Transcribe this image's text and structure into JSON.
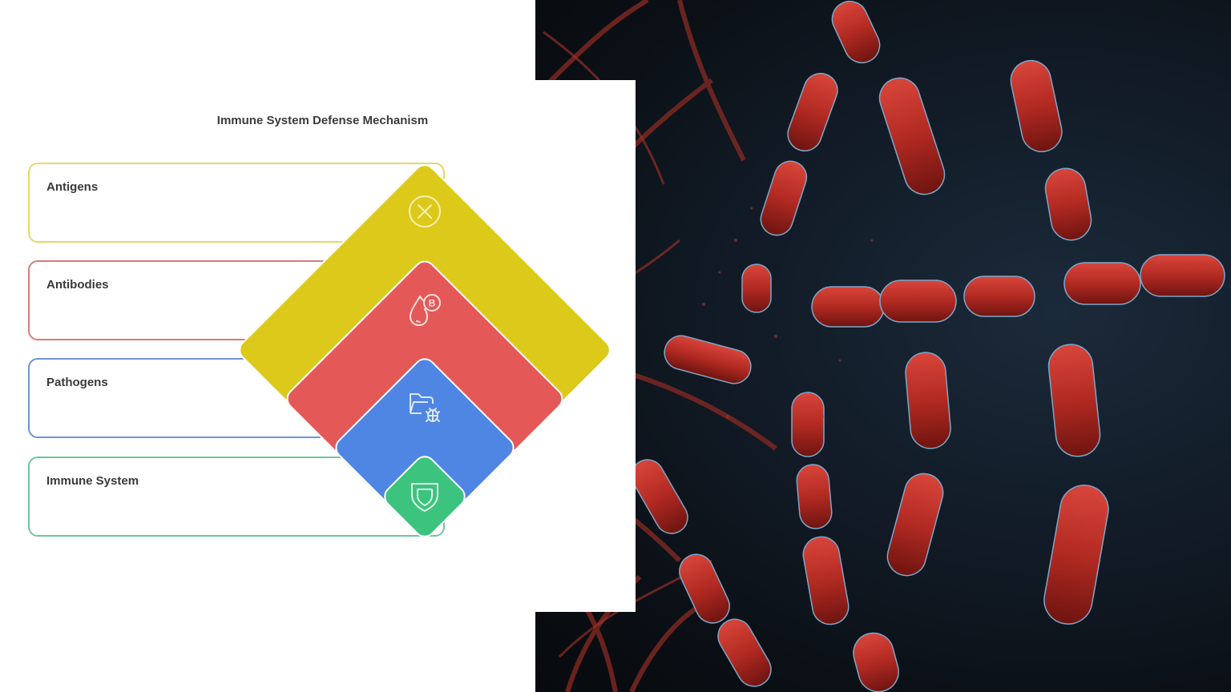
{
  "diagram": {
    "title": "Immune System Defense Mechanism",
    "layers": [
      {
        "label": "Antigens",
        "color": "#dcc91a",
        "border": "#e6d968",
        "icon": "x-circle-icon"
      },
      {
        "label": "Antibodies",
        "color": "#e55858",
        "border": "#d97a7a",
        "icon": "blood-drop-b-icon"
      },
      {
        "label": "Pathogens",
        "color": "#4f86e3",
        "border": "#6f93d4",
        "icon": "folder-bug-icon"
      },
      {
        "label": "Immune System",
        "color": "#3cc47f",
        "border": "#6fc79c",
        "icon": "shield-icon"
      }
    ]
  },
  "background_photo": {
    "subject": "rod-shaped red bacteria on dark background"
  }
}
